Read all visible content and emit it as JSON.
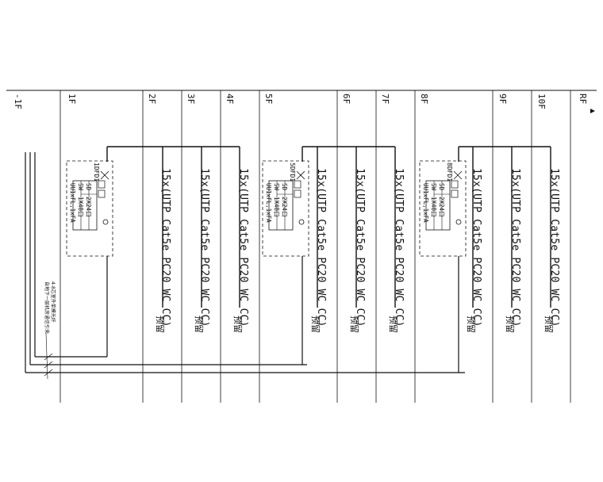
{
  "floors": [
    "-1F",
    "1F",
    "2F",
    "3F",
    "4F",
    "5F",
    "6F",
    "7F",
    "8F",
    "9F",
    "10F",
    "RF"
  ],
  "cable_label": "15x(UTP Cat5e PC20 WC CC)",
  "reserve_label": "预留",
  "distribution_boxes": [
    {
      "id": "1DFD1",
      "equipment": [
        {
          "code": "SD",
          "value": "2X24口"
        },
        {
          "code": "SW",
          "value": "1X48口"
        },
        {
          "code": "",
          "value": "UU1xFL,1xFA"
        }
      ]
    },
    {
      "id": "5DFD1",
      "equipment": [
        {
          "code": "SD",
          "value": "2X24口"
        },
        {
          "code": "SW",
          "value": "1X48口"
        },
        {
          "code": "",
          "value": "UU1xFL,1xFA"
        }
      ]
    },
    {
      "id": "8DFD1",
      "equipment": [
        {
          "code": "SD",
          "value": "2X24口"
        },
        {
          "code": "SW",
          "value": "1X48口"
        },
        {
          "code": "",
          "value": "UU1xFL,1xFA"
        }
      ]
    }
  ],
  "side_note": [
    "4-8芯室外单模光纤",
    "自地下一层机房通信引来"
  ],
  "colors": {
    "line": "#111111",
    "background": "#ffffff"
  }
}
